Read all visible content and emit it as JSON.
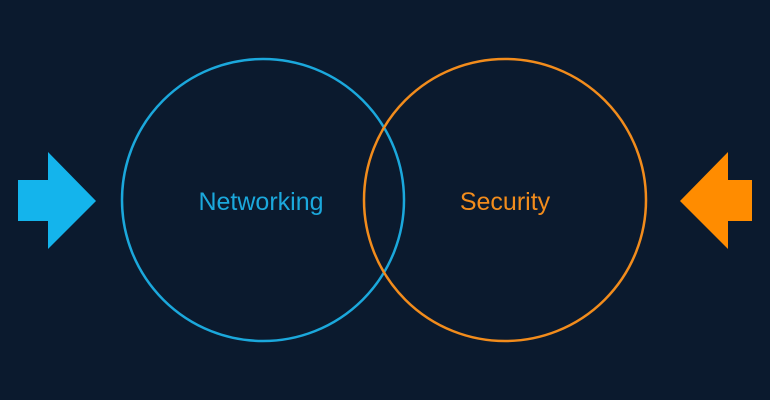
{
  "diagram": {
    "left_circle": {
      "label": "Networking",
      "color": "#1ba8dc"
    },
    "right_circle": {
      "label": "Security",
      "color": "#f28c1c"
    },
    "left_arrow": {
      "direction": "right",
      "color": "#14b4ec"
    },
    "right_arrow": {
      "direction": "left",
      "color": "#ff8c00"
    },
    "background_color": "#0b1a2e"
  }
}
